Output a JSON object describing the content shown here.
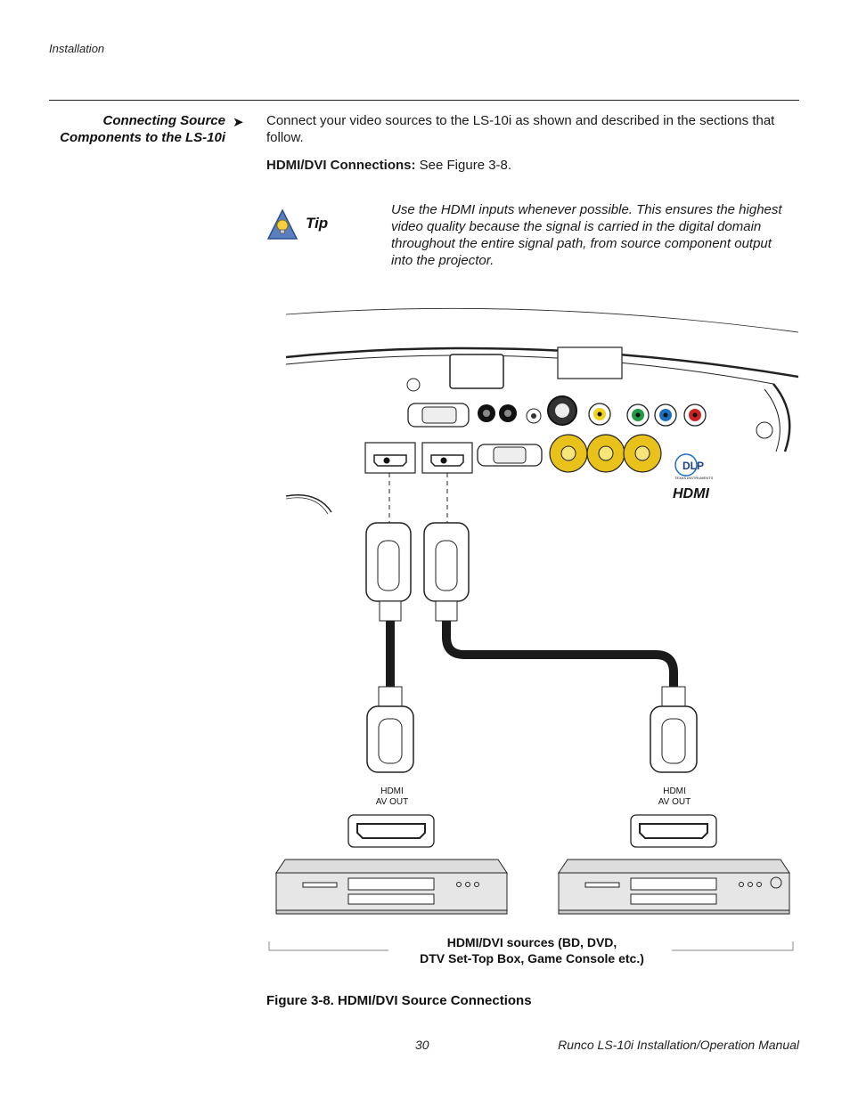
{
  "header": {
    "section": "Installation"
  },
  "section": {
    "heading_line1": "Connecting Source",
    "heading_line2": "Components to the LS-10i",
    "arrow_glyph": "➤",
    "intro": "Connect your video sources to the LS-10i as shown and described in the sections that follow.",
    "hdmi_label": "HDMI/DVI Connections:",
    "hdmi_ref": " See Figure 3-8."
  },
  "tip": {
    "label": "Tip",
    "text": "Use the HDMI inputs whenever possible. This ensures the highest video quality because the signal is carried in the digital domain throughout the entire signal path, from source component output into the projector."
  },
  "figure": {
    "port_label_left_line1": "HDMI",
    "port_label_left_line2": "AV OUT",
    "port_label_right_line1": "HDMI",
    "port_label_right_line2": "AV OUT",
    "sources_line1": "HDMI/DVI sources (BD, DVD,",
    "sources_line2": "DTV Set-Top Box, Game Console etc.)",
    "caption": "Figure 3-8. HDMI/DVI Source Connections",
    "dlp_logo_text": "DLP",
    "dlp_sub_text": "TEXAS INSTRUMENTS",
    "hdmi_logo_text": "HDMI",
    "colors": {
      "gold": "#e8c21a",
      "green": "#1f9a44",
      "blue": "#1c6fc0",
      "red": "#cc2222",
      "yellow": "#f2d21c",
      "cable": "#1a1a1a"
    }
  },
  "footer": {
    "page_number": "30",
    "manual_title": "Runco LS-10i Installation/Operation Manual"
  }
}
